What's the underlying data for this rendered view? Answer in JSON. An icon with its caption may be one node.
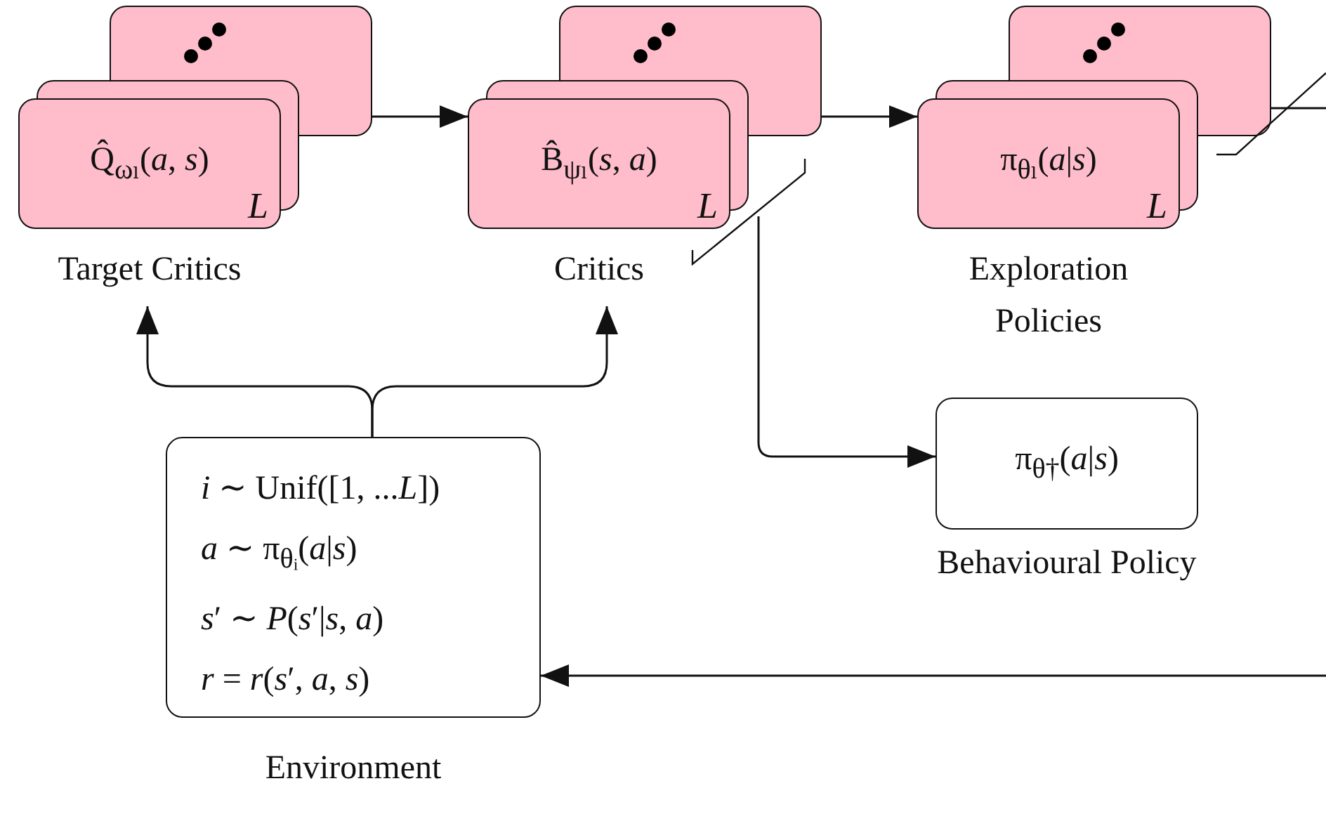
{
  "diagram": {
    "nodes": [
      {
        "text": [
          "Q̂$_{ωₗ}$(*a*, *s*)",
          "L"
        ],
        "beside": [
          "Target Critics"
        ]
      },
      {
        "text": [
          "B̂$_{ψₗ}$(*s*, *a*)",
          "L"
        ],
        "beside": [
          "Critics"
        ]
      },
      {
        "text": [
          "π$_{θₗ}$(*a*|*s*)",
          "L"
        ],
        "beside": [
          "Exploration Policies"
        ]
      },
      {
        "text": [
          "π$_{θ†}$(*a*|*s*)"
        ],
        "beside": [
          "Behavioural Policy"
        ]
      },
      {
        "text": [
          "*i* ∼ Unif([1, ...*L*])",
          "*a* ∼ π$_{θᵢ}$(*a*|*s*)",
          "*s*′ ∼ *P*(*s*′|*s*, *a*)",
          "*r* = *r*(*s*′, *a*, *s*)"
        ],
        "beside": [
          "Environment"
        ]
      }
    ],
    "edges": [
      {
        "from": 0,
        "to": 1,
        "arrow": "to"
      },
      {
        "from": 1,
        "to": 2,
        "arrow": "to"
      },
      {
        "from": 1,
        "to": 3,
        "arrow": "to"
      },
      {
        "from": 4,
        "to": 0,
        "arrow": "to"
      },
      {
        "from": 4,
        "to": 1,
        "arrow": "to"
      },
      {
        "from": null,
        "to": 4,
        "arrow": "to"
      },
      {
        "from": 2,
        "to": null,
        "arrow": "none"
      }
    ]
  }
}
